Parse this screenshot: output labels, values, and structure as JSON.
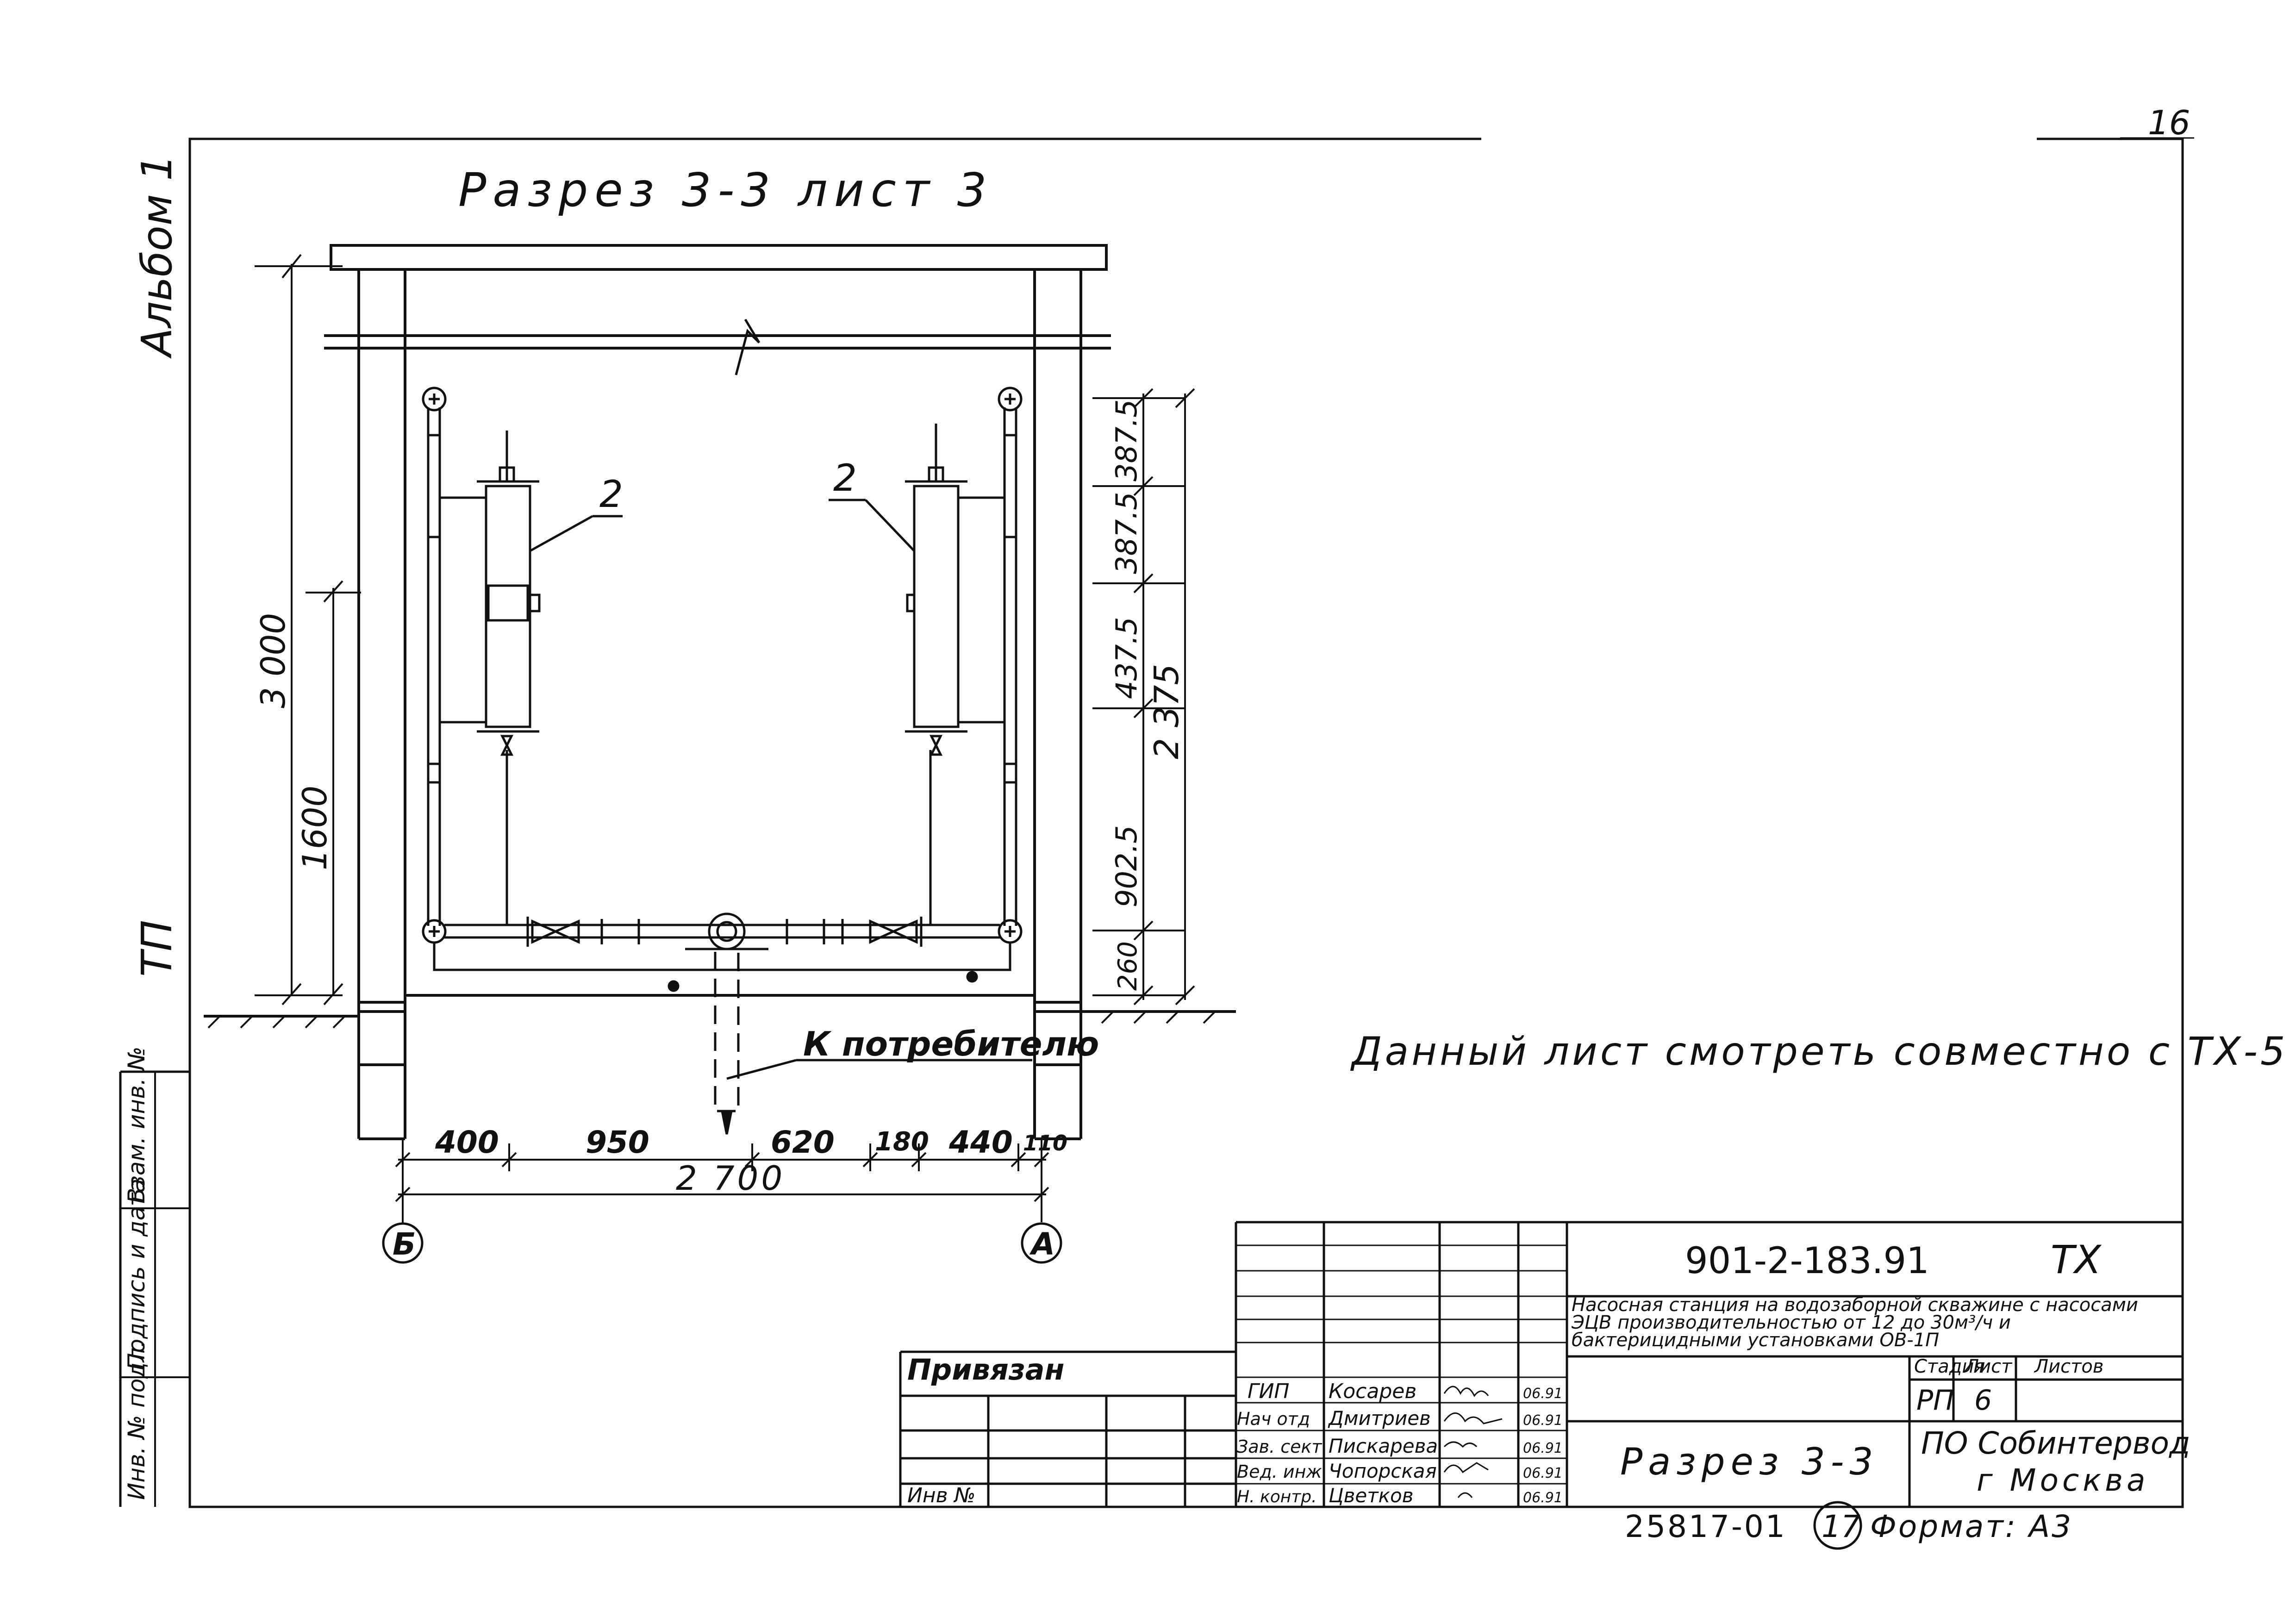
{
  "sheet_corner_number": "16",
  "section_title": "Разрез 3-3 лист 3",
  "note": "Данный лист смотреть совместно с ТХ-5",
  "consumer_label": "К потребителю",
  "unit_label_left": "2",
  "unit_label_right": "2",
  "axis_left": "Б",
  "axis_right": "А",
  "side_labels": {
    "album": "Альбом 1",
    "tp": "ТП",
    "inv_orig": "Инв. № подл.",
    "sign_date": "Подпись и дата",
    "inv_replace": "Взам. инв. №"
  },
  "dimensions": {
    "height_total": "3 000",
    "height_lower": "1600",
    "right_1": "387.5",
    "right_2": "387.5",
    "right_3": "437.5",
    "right_4": "902.5",
    "right_5": "260",
    "right_total": "2 375",
    "bottom_1": "400",
    "bottom_2": "950",
    "bottom_3": "620",
    "bottom_4": "180",
    "bottom_5": "440",
    "bottom_6": "110",
    "bottom_total": "2 700"
  },
  "title_block": {
    "doc_code": "901-2-183.91",
    "mark": "ТХ",
    "description": "Насосная станция на водозаборной скважине с насосами ЭЦВ производительностью от 12 до 30м³/ч и бактерицидными установками ОВ-1П",
    "stage_header": "Стадия",
    "sheet_header": "Лист",
    "sheets_header": "Листов",
    "stage": "РП",
    "sheet": "6",
    "sheet_name": "Разрез 3-3",
    "org_line1": "ПО Собинтервод",
    "org_line2": "г Москва",
    "privyazan": "Привязан",
    "inv_no": "Инв №",
    "roles": [
      {
        "role": "ГИП",
        "name": "Косарев",
        "date": "06.91"
      },
      {
        "role": "Нач отд",
        "name": "Дмитриев",
        "date": "06.91"
      },
      {
        "role": "Зав. сект",
        "name": "Пискарева",
        "date": "06.91"
      },
      {
        "role": "Вед. инж",
        "name": "Чопорская",
        "date": "06.91"
      },
      {
        "role": "Н. контр.",
        "name": "Цветков",
        "date": "06.91"
      }
    ],
    "copy_number": "25817-01",
    "page_number": "17",
    "format": "Формат: А3"
  }
}
